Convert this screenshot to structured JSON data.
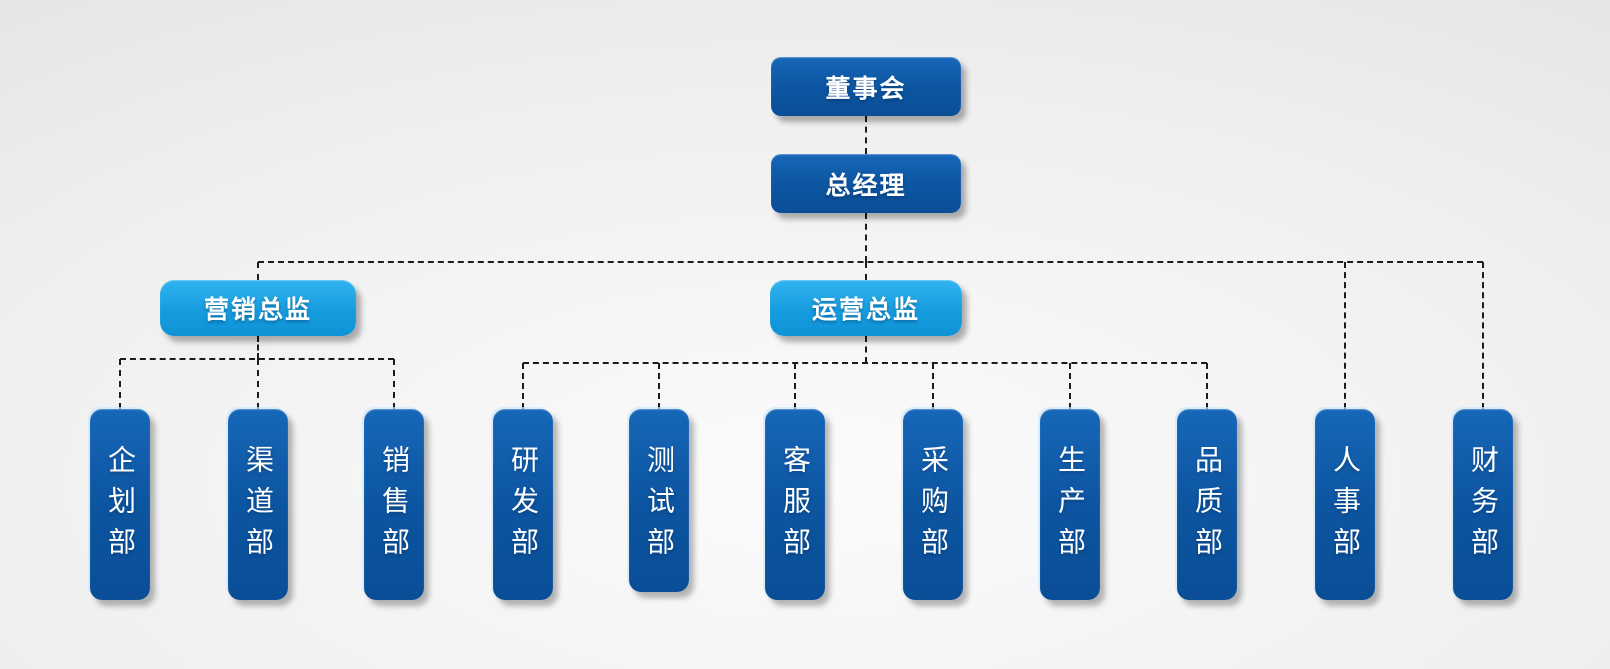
{
  "palette": {
    "dark-blue": "#0c55a1",
    "dark-blue-light": "#1767b8",
    "light-blue": "#149bde",
    "light-blue-light": "#31b3f0",
    "connector": "#1c1c1c",
    "box-text": "#ffffff",
    "bg-center": "#fbfbfc",
    "bg-edge": "#d9dadb"
  },
  "nodes": {
    "board": {
      "label": "董事会"
    },
    "general_manager": {
      "label": "总经理"
    },
    "directors": [
      {
        "label": "营销总监",
        "reports_to": "总经理"
      },
      {
        "label": "运营总监",
        "reports_to": "总经理"
      }
    ],
    "departments": [
      {
        "label": "企划部",
        "reports_to": "营销总监"
      },
      {
        "label": "渠道部",
        "reports_to": "营销总监"
      },
      {
        "label": "销售部",
        "reports_to": "营销总监"
      },
      {
        "label": "研发部",
        "reports_to": "运营总监"
      },
      {
        "label": "测试部",
        "reports_to": "运营总监"
      },
      {
        "label": "客服部",
        "reports_to": "运营总监"
      },
      {
        "label": "采购部",
        "reports_to": "运营总监"
      },
      {
        "label": "生产部",
        "reports_to": "运营总监"
      },
      {
        "label": "品质部",
        "reports_to": "运营总监"
      },
      {
        "label": "人事部",
        "reports_to": "总经理"
      },
      {
        "label": "财务部",
        "reports_to": "总经理"
      }
    ]
  }
}
